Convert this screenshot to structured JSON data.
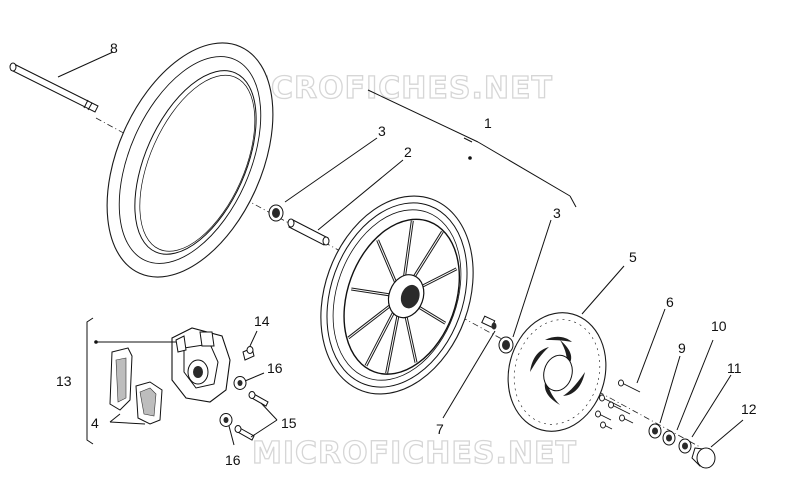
{
  "watermark": "MICROFICHES.NET",
  "callouts": {
    "c1": "1",
    "c2": "2",
    "c3a": "3",
    "c3b": "3",
    "c4": "4",
    "c5": "5",
    "c6": "6",
    "c7": "7",
    "c8": "8",
    "c9": "9",
    "c10": "10",
    "c11": "11",
    "c12": "12",
    "c13": "13",
    "c14": "14",
    "c15": "15",
    "c16a": "16",
    "c16b": "16"
  }
}
